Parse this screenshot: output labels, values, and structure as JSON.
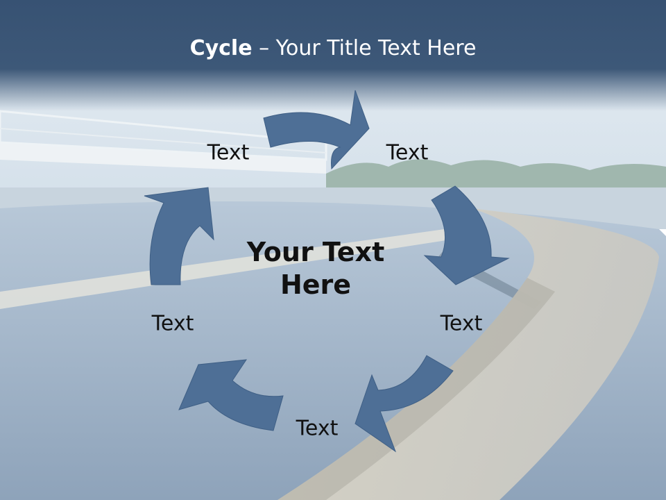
{
  "slide": {
    "title_bold": "Cycle",
    "title_rest": " – Your Title Text Here",
    "center_line1": "Your Text",
    "center_line2": "Here",
    "nodes": [
      "Text",
      "Text",
      "Text",
      "Text",
      "Text"
    ]
  },
  "colors": {
    "header": "#3b5677",
    "arrow": "#4e6f96",
    "water": "#9aaec4",
    "sky": "#dde7ef"
  }
}
